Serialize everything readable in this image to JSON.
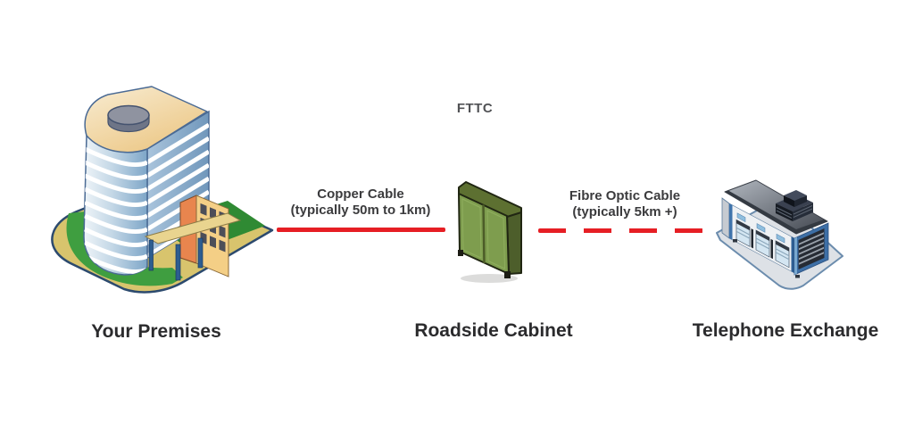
{
  "diagram": {
    "title": "FTTC",
    "nodes": [
      {
        "name": "premises",
        "caption": "Your Premises"
      },
      {
        "name": "cabinet",
        "caption": "Roadside Cabinet"
      },
      {
        "name": "exchange",
        "caption": "Telephone Exchange"
      }
    ],
    "connections": [
      {
        "name": "copper-cable",
        "line1": "Copper Cable",
        "line2": "(typically 50m to 1km)",
        "line_style": "solid",
        "color": "#e61e24",
        "from": "premises",
        "to": "cabinet"
      },
      {
        "name": "fibre-cable",
        "line1": "Fibre Optic Cable",
        "line2": "(typically 5km +)",
        "line_style": "dashed",
        "color": "#e61e24",
        "from": "cabinet",
        "to": "exchange"
      }
    ],
    "palette": {
      "cabinet_green": "#7e9d4e",
      "ground_khaki": "#d8c46d",
      "lawn_green": "#3f9e40",
      "exchange_blue": "#3d6fa6",
      "roof_gray": "#4a505a"
    }
  }
}
